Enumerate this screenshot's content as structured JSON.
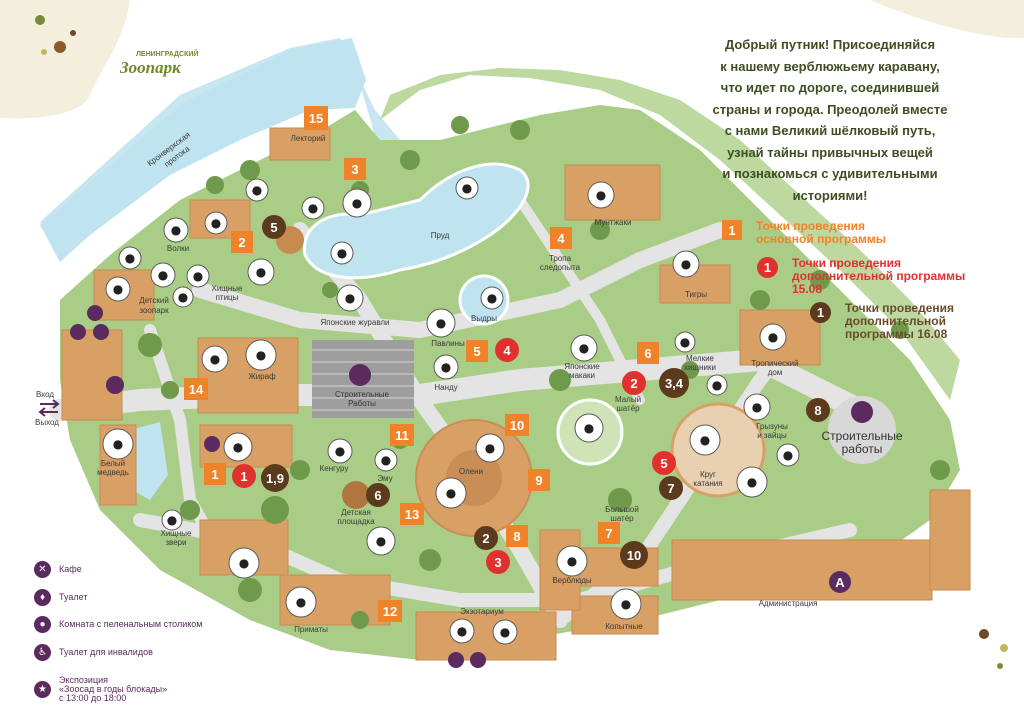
{
  "logo": {
    "top": "ЛЕНИНГРАДСКИЙ",
    "main": "Зоопарк"
  },
  "intro": {
    "lines": [
      "Добрый путник! Присоединяйся",
      "к нашему верблюжьему каравану,",
      "что идет по дороге, соединившей",
      "страны и города. Преодолей вместе",
      "с нами Великий шёлковый путь,",
      "узнай тайны привычных вещей",
      "и познакомься с удивительными",
      "историями!"
    ]
  },
  "legend": {
    "main_num": "1",
    "main_lines": [
      "Точки проведения",
      "основной программы"
    ],
    "extra_num": "1",
    "extra_lines": [
      "Точки проведения",
      "дополнительной программы",
      "15.08"
    ],
    "extra2_num": "1",
    "extra2_lines": [
      "Точки проведения",
      "дополнительной",
      "программы 16.08"
    ]
  },
  "services": {
    "cafe": "Кафе",
    "toilet": "Туалет",
    "baby": "Комната с пеленальным столиком",
    "disabled": "Туалет для инвалидов",
    "expo_lines": [
      "Экспозиция",
      "«Зоосад в годы блокады»",
      "с 13:00 до 18:00"
    ]
  },
  "river": [
    "Кронверкская",
    "протока"
  ],
  "places": {
    "lectory": "Лекторий",
    "wolves": "Волки",
    "birds": [
      "Хищные",
      "птицы"
    ],
    "pond": "Пруд",
    "trail": [
      "Тропа",
      "следопыта"
    ],
    "muntjac": "Мунтжаки",
    "tigers": "Тигры",
    "kidszoo": [
      "Детский",
      "зоопарк"
    ],
    "cranes": "Японские журавли",
    "otters": "Выдры",
    "peacocks": "Павлины",
    "nandu": "Нанду",
    "macaques": [
      "Японские",
      "макаки"
    ],
    "predators_small": [
      "Мелкие",
      "хищники"
    ],
    "tropic": [
      "Тропический",
      "дом"
    ],
    "giraffe": "Жираф",
    "construction1": [
      "Строительные",
      "Работы"
    ],
    "small_tent": [
      "Малый",
      "шатёр"
    ],
    "rodents": [
      "Грызуны",
      "и зайцы"
    ],
    "construction2": [
      "Строительные",
      "работы"
    ],
    "entrance": "Вход",
    "exit": "Выход",
    "polar": [
      "Белый",
      "медведь"
    ],
    "kangaroo": "Кенгуру",
    "emu": "Эму",
    "deer": "Олени",
    "circle": [
      "Круг",
      "катания"
    ],
    "playground": [
      "Детская",
      "площадка"
    ],
    "big_tent": [
      "Большой",
      "шатёр"
    ],
    "predators": [
      "Хищные",
      "звери"
    ],
    "camels": "Верблюды",
    "admin": "Администрация",
    "primates": "Приматы",
    "exotarium": "Экзотариум",
    "hoofed": "Копытные",
    "admin_letter": "А"
  },
  "markers_main": {
    "m1": "1",
    "m2": "2",
    "m3": "3",
    "m4": "4",
    "m5": "5",
    "m6": "6",
    "m7": "7",
    "m8": "8",
    "m9": "9",
    "m10": "10",
    "m11": "11",
    "m12": "12",
    "m13": "13",
    "m14": "14",
    "m15": "15"
  },
  "markers_red": {
    "r1": "1",
    "r2": "2",
    "r3": "3",
    "r4": "4",
    "r5": "5"
  },
  "markers_brown": {
    "b1": "1,9",
    "b2": "2",
    "b3": "3,4",
    "b5": "5",
    "b6": "6",
    "b7": "7",
    "b8": "8",
    "b10": "10"
  },
  "colors": {
    "orange": "#f0822a",
    "red": "#e0312f",
    "brown": "#5b3a1e",
    "purple": "#5b2a5f",
    "water": "#bfe3ef",
    "grass": "#a9cd86",
    "path": "#e4e4e4",
    "building": "#d9a066"
  }
}
